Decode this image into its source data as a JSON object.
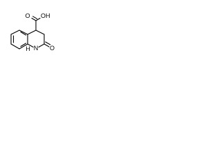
{
  "structure": {
    "atom_labels": {
      "carboxyl_oxygen": "O",
      "hydroxyl": "OH",
      "ring_nitrogen": "N",
      "nitrogen_hydrogen": "H",
      "carbonyl_oxygen": "O"
    },
    "colors": {
      "background": "#ffffff",
      "bond": "#000000",
      "label": "#000000"
    }
  }
}
